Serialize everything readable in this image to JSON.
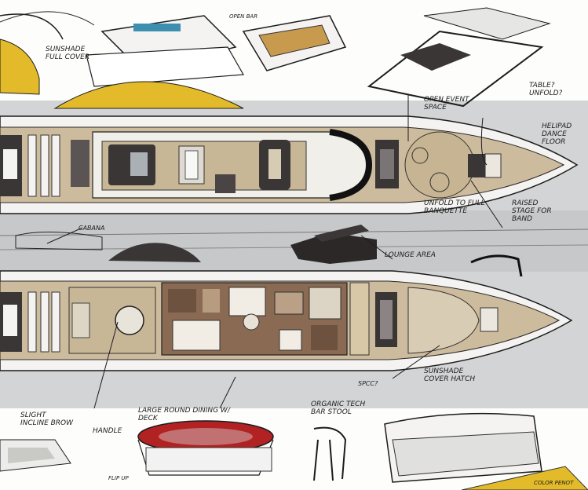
{
  "annotations": {
    "sunshade_full_cover": "SUNSHADE FULL COVER",
    "open_bar": "OPEN BAR",
    "table_unfold": "TABLE? UNFOLD?",
    "open_event_space": "OPEN EVENT SPACE",
    "helipad_dance_floor": "HELIPAD DANCE FLOOR",
    "raised_stage": "RAISED STAGE FOR BAND",
    "unfold_banquette": "UNFOLD TO FULL BANQUETTE",
    "lounge_area": "LOUNGE AREA",
    "cabana": "CABANA",
    "sunshade_cover_hatch": "SUNSHADE COVER HATCH",
    "spcc": "SPCC?",
    "slight_incline": "SLIGHT INCLINE BROW",
    "handle": "HANDLE",
    "large_round_dining": "LARGE ROUND DINING W/ DECK",
    "organic_bar_stool": "ORGANIC TECH BAR STOOL",
    "color_pen": "COLOR PENOT",
    "flip": "FLIP UP"
  },
  "colors": {
    "deck_tan": "#cdbb9d",
    "hull_white": "#f4f3f1",
    "wood_teak": "#c89a4e",
    "yellow_marker": "#e3bb2a",
    "dark_furniture": "#3a3636",
    "interior_brown": "#8a6a52",
    "red_table": "#b32222",
    "ink": "#1c1c1c"
  }
}
